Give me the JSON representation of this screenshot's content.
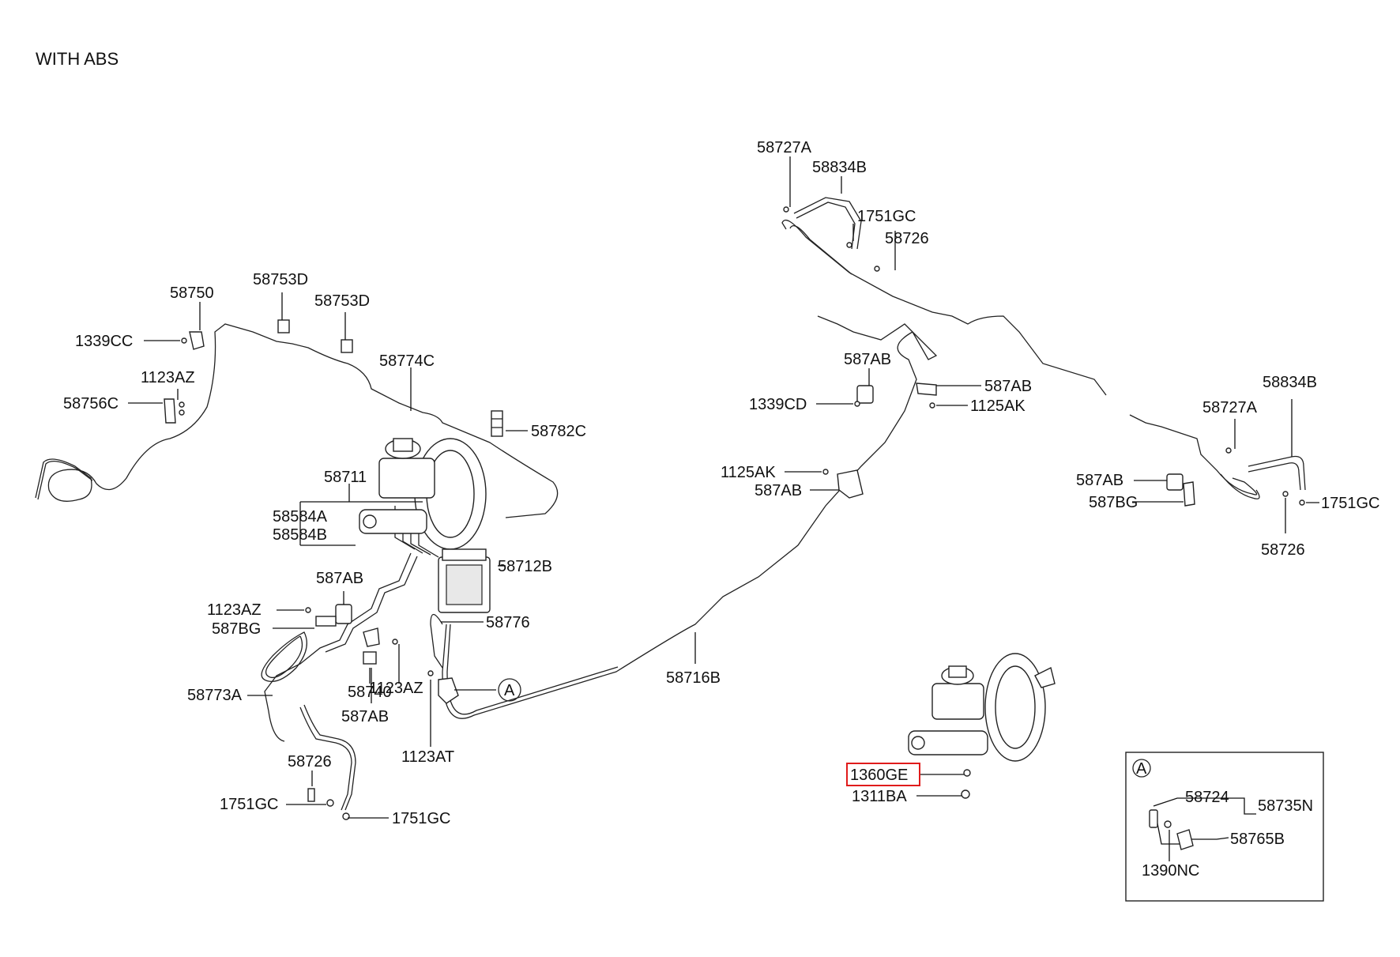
{
  "title": "WITH  ABS",
  "highlighted_part": "1360GE",
  "highlight_color": "#e01b1b",
  "detail_box": {
    "marker": "A"
  },
  "callout_marker": "A",
  "labels": {
    "l58727A_top": "58727A",
    "l58834B_top": "58834B",
    "l1751GC_top": "1751GC",
    "l58726_top": "58726",
    "l58750": "58750",
    "l58753D_1": "58753D",
    "l58753D_2": "58753D",
    "l1339CC": "1339CC",
    "l1123AZ_1": "1123AZ",
    "l58756C": "58756C",
    "l58774C": "58774C",
    "l58782C": "58782C",
    "l58711": "58711",
    "l58584A": "58584A",
    "l58584B": "58584B",
    "l58712B": "58712B",
    "l587AB_1": "587AB",
    "l1123AZ_2": "1123AZ",
    "l587BG_1": "587BG",
    "l58776": "58776",
    "l58773A": "58773A",
    "l58740": "58740",
    "l1123AZ_3": "1123AZ",
    "l587AB_2": "587AB",
    "l1123AT": "1123AT",
    "l58726_bot": "58726",
    "l1751GC_b1": "1751GC",
    "l1751GC_b2": "1751GC",
    "l587AB_3": "587AB",
    "l1339CD": "1339CD",
    "l587AB_4": "587AB",
    "l1125AK_1": "1125AK",
    "l1125AK_2": "1125AK",
    "l587AB_5": "587AB",
    "l58716B": "58716B",
    "l58834B_r": "58834B",
    "l58727A_r": "58727A",
    "l587AB_6": "587AB",
    "l587BG_2": "587BG",
    "l1751GC_r": "1751GC",
    "l58726_r": "58726",
    "l1360GE": "1360GE",
    "l1311BA": "1311BA",
    "l58724": "58724",
    "l58735N": "58735N",
    "l58765B": "58765B",
    "l1390NC": "1390NC"
  }
}
